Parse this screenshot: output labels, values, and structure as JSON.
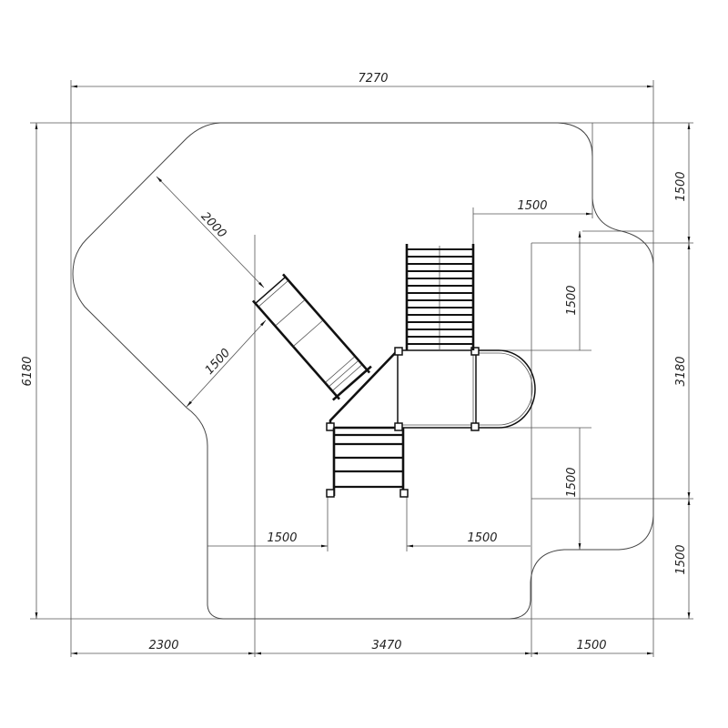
{
  "drawing": {
    "dimensions": {
      "overall_width": "7270",
      "overall_height": "6180",
      "bottom_left": "2300",
      "bottom_middle": "3470",
      "bottom_right": "1500",
      "right_top": "1500",
      "right_middle": "3180",
      "right_bottom": "1500",
      "slide_run_out": "2000",
      "slide_side": "1500",
      "ladder_side": "1500",
      "tower_side_top": "1500",
      "tower_side_bottom": "1500",
      "stairs_left": "1500",
      "stairs_right": "1500"
    },
    "line_color": "#111111"
  }
}
